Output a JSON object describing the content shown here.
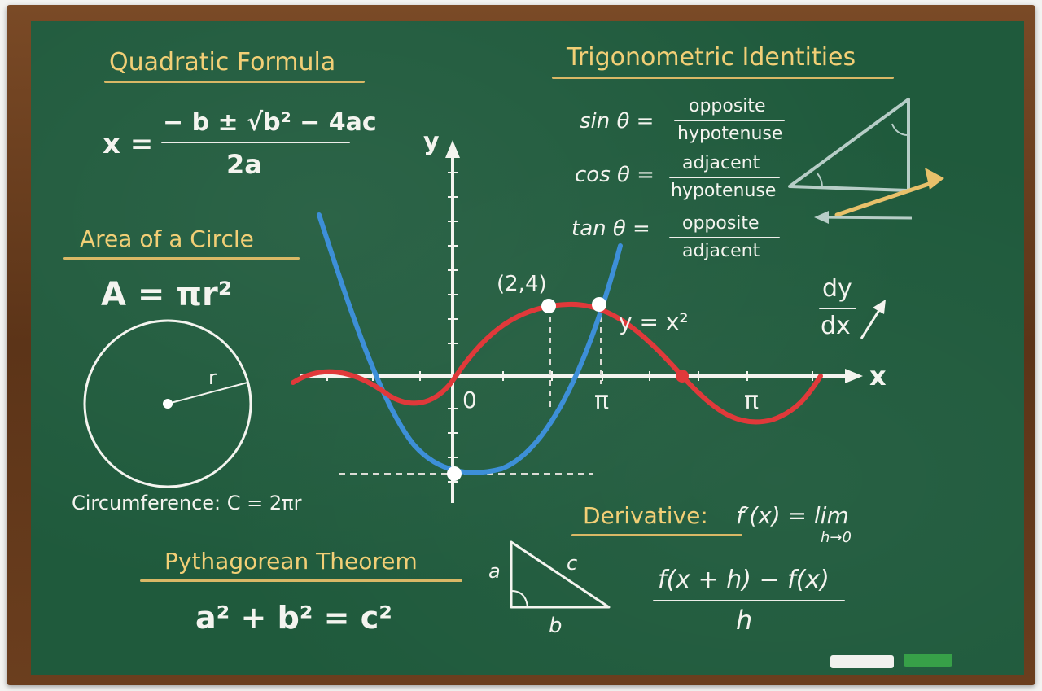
{
  "quadratic": {
    "title": "Quadratic Formula",
    "lhs": "x =",
    "numerator": "− b ± √b² − 4ac",
    "denominator": "2a"
  },
  "area": {
    "title": "Area of a Circle",
    "formula": "A = πr²",
    "radius_label": "r",
    "circumference": "Circumference: C = 2πr"
  },
  "pythagorean": {
    "title": "Pythagorean Theorem",
    "formula": "a² + b² = c²",
    "side_a": "a",
    "side_b": "b",
    "side_c": "c"
  },
  "trig": {
    "title": "Trigonometric Identities",
    "sin_lhs": "sin θ =",
    "sin_num": "opposite",
    "sin_den": "hypotenuse",
    "cos_lhs": "cos θ =",
    "cos_num": "adjacent",
    "cos_den": "hypotenuse",
    "tan_lhs": "tan θ =",
    "tan_num": "opposite",
    "tan_den": "adjacent"
  },
  "graph": {
    "y_axis": "y",
    "x_axis": "x",
    "origin": "0",
    "pi_1": "π",
    "pi_2": "π",
    "point_label": "(2,4)",
    "curve_label": "y = x²",
    "dydx_top": "dy",
    "dydx_bottom": "dx"
  },
  "derivative": {
    "title": "Derivative:",
    "lhs": "f′(x) = lim",
    "limit_sub": "h→0",
    "numerator": "f(x + h) − f(x)",
    "denominator": "h"
  },
  "colors": {
    "board": "#1f5a3c",
    "chalk_white": "#f4f4ef",
    "chalk_yellow": "#f2cf76",
    "curve_blue": "#3d8fd8",
    "curve_red": "#e0393a",
    "frame_wood": "#6b3e1e",
    "eraser_white": "#f1f1ee",
    "eraser_green": "#37a048"
  }
}
